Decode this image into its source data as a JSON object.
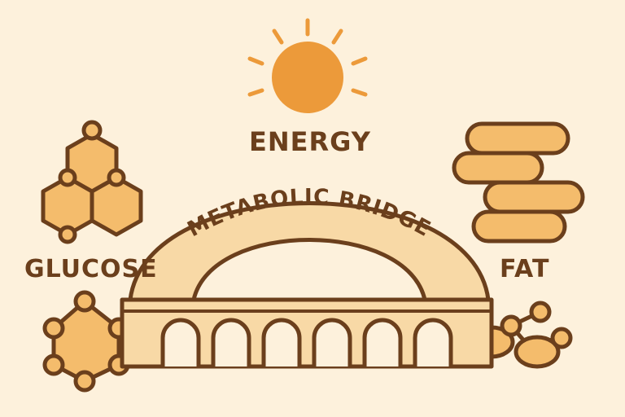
{
  "labels": {
    "energy": "ENERGY",
    "glucose": "GLUCOSE",
    "fat": "FAT",
    "bridge": "METABOLIC BRIDGE"
  },
  "colors": {
    "background": "#fdf1dc",
    "outline": "#6b3f1c",
    "sun": "#ec9a3a",
    "fill_light": "#f8d9a6",
    "fill_mid": "#f4bc6c",
    "text": "#6b3f1c"
  },
  "icons": {
    "energy": "sun-icon",
    "glucose": "hexagon-molecule-icon",
    "fat": "fat-cells-icon"
  }
}
